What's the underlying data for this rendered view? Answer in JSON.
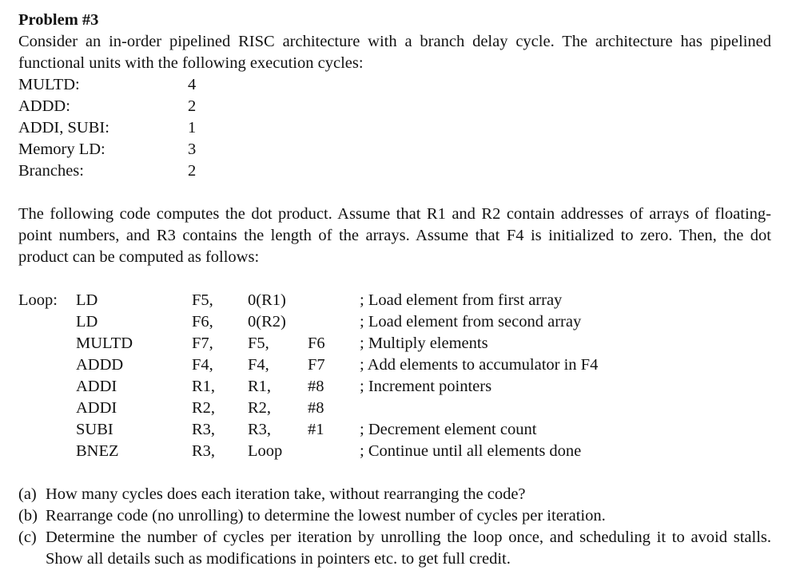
{
  "document": {
    "title": "Problem #3",
    "intro": "Consider an in-order pipelined RISC architecture with a branch delay cycle. The architecture has pipelined functional units with the following execution cycles:",
    "execution_cycles": [
      {
        "label": "MULTD:",
        "value": "4"
      },
      {
        "label": "ADDD:",
        "value": "2"
      },
      {
        "label": "ADDI, SUBI:",
        "value": "1"
      },
      {
        "label": "Memory LD:",
        "value": "3"
      },
      {
        "label": "Branches:",
        "value": "2"
      }
    ],
    "code_intro": "The following code computes the dot product. Assume that R1 and R2 contain addresses of arrays of floating-point numbers, and R3 contains the length of the arrays. Assume that F4 is initialized to zero. Then, the dot product can be computed as follows:",
    "code": [
      {
        "label": "Loop:",
        "opcode": "LD",
        "op1": "F5,",
        "op2": "0(R1)",
        "op3": "",
        "comment": "; Load element from first array"
      },
      {
        "label": "",
        "opcode": "LD",
        "op1": "F6,",
        "op2": "0(R2)",
        "op3": "",
        "comment": "; Load element from second array"
      },
      {
        "label": "",
        "opcode": "MULTD",
        "op1": "F7,",
        "op2": "F5,",
        "op3": "F6",
        "comment": "; Multiply elements"
      },
      {
        "label": "",
        "opcode": "ADDD",
        "op1": "F4,",
        "op2": "F4,",
        "op3": "F7",
        "comment": "; Add elements to accumulator in F4"
      },
      {
        "label": "",
        "opcode": "ADDI",
        "op1": "R1,",
        "op2": "R1,",
        "op3": "#8",
        "comment": "; Increment pointers"
      },
      {
        "label": "",
        "opcode": "ADDI",
        "op1": "R2,",
        "op2": "R2,",
        "op3": "#8",
        "comment": ""
      },
      {
        "label": "",
        "opcode": "SUBI",
        "op1": "R3,",
        "op2": "R3,",
        "op3": "#1",
        "comment": "; Decrement element count"
      },
      {
        "label": "",
        "opcode": "BNEZ",
        "op1": "R3,",
        "op2": "Loop",
        "op3": "",
        "comment": "; Continue until all elements done"
      }
    ],
    "questions": [
      {
        "num": "(a)",
        "text": "How many cycles does each iteration take, without rearranging the code?"
      },
      {
        "num": "(b)",
        "text": "Rearrange code (no unrolling) to determine the lowest number of cycles per iteration."
      },
      {
        "num": "(c)",
        "text": "Determine the number of cycles per iteration by unrolling the loop once, and scheduling it to avoid stalls. Show all details such as modifications in pointers etc. to get full credit."
      }
    ]
  }
}
